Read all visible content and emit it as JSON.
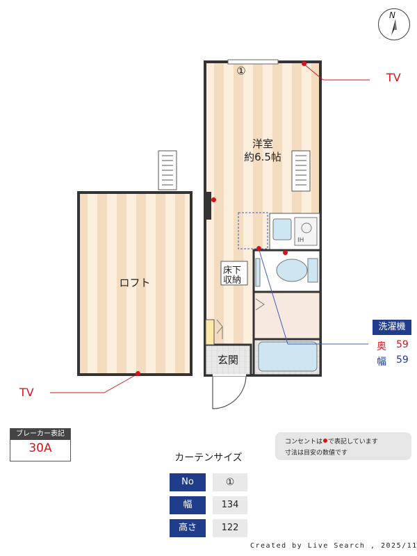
{
  "compass": {
    "letter": "N"
  },
  "rooms": {
    "western_room": {
      "name": "洋室",
      "size": "約6.5帖"
    },
    "loft": "ロフト",
    "underfloor_storage": {
      "line1": "床下",
      "line2": "収納"
    },
    "entrance": "玄関"
  },
  "window_marker": "①",
  "tv_labels": {
    "top": "TV",
    "bottom": "TV"
  },
  "kitchen_label": "IH",
  "washer": {
    "title": "洗濯機",
    "depth_label": "奥",
    "depth_value": "59",
    "width_label": "幅",
    "width_value": "59"
  },
  "breaker": {
    "title": "ブレーカー表記",
    "value": "30A"
  },
  "notes": {
    "line1": "コンセントは",
    "line1b": "で表記しています",
    "line2": "寸法は目安の数値です"
  },
  "curtain": {
    "title": "カーテンサイズ",
    "rows": [
      {
        "header": "No",
        "value": "①"
      },
      {
        "header": "幅",
        "value": "134"
      },
      {
        "header": "高さ",
        "value": "122"
      }
    ]
  },
  "footer": "Created by Live Search , 2025/11",
  "colors": {
    "outlet": "#d4141c",
    "navy": "#1f3d8a",
    "wood_dark": "#f4dcc0",
    "wood_light": "#fbeedd"
  }
}
